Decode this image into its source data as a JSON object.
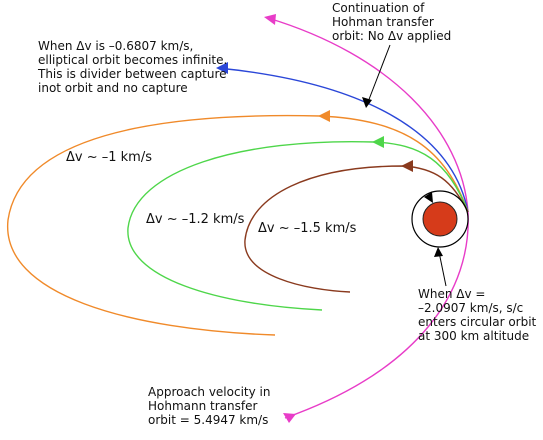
{
  "labels": {
    "continuation": "Continuation of\nHohman transfer\norbit: No Δv  applied",
    "infinite": "When Δv is –0.6807 km/s,\nelliptical orbit becomes infinite.\nThis is divider between capture\ninot orbit and no capture",
    "dv1": "Δv  ~ –1 km/s",
    "dv12": "Δv ~ –1.2 km/s",
    "dv15": "Δv ~ –1.5 km/s",
    "circular": "When  Δv =\n–2.0907 km/s, s/c\nenters circular orbit\nat 300 km altitude",
    "approach": "Approach velocity in\nHohmann transfer\norbit = 5.4947 km/s"
  },
  "colors": {
    "hohmann": "#e83cc8",
    "infinite": "#2b47d8",
    "dv1": "#f08a2a",
    "dv12": "#4ed64a",
    "dv15": "#8a3a1e",
    "planet_fill": "#d63b1a",
    "planet_ring": "#000000"
  }
}
